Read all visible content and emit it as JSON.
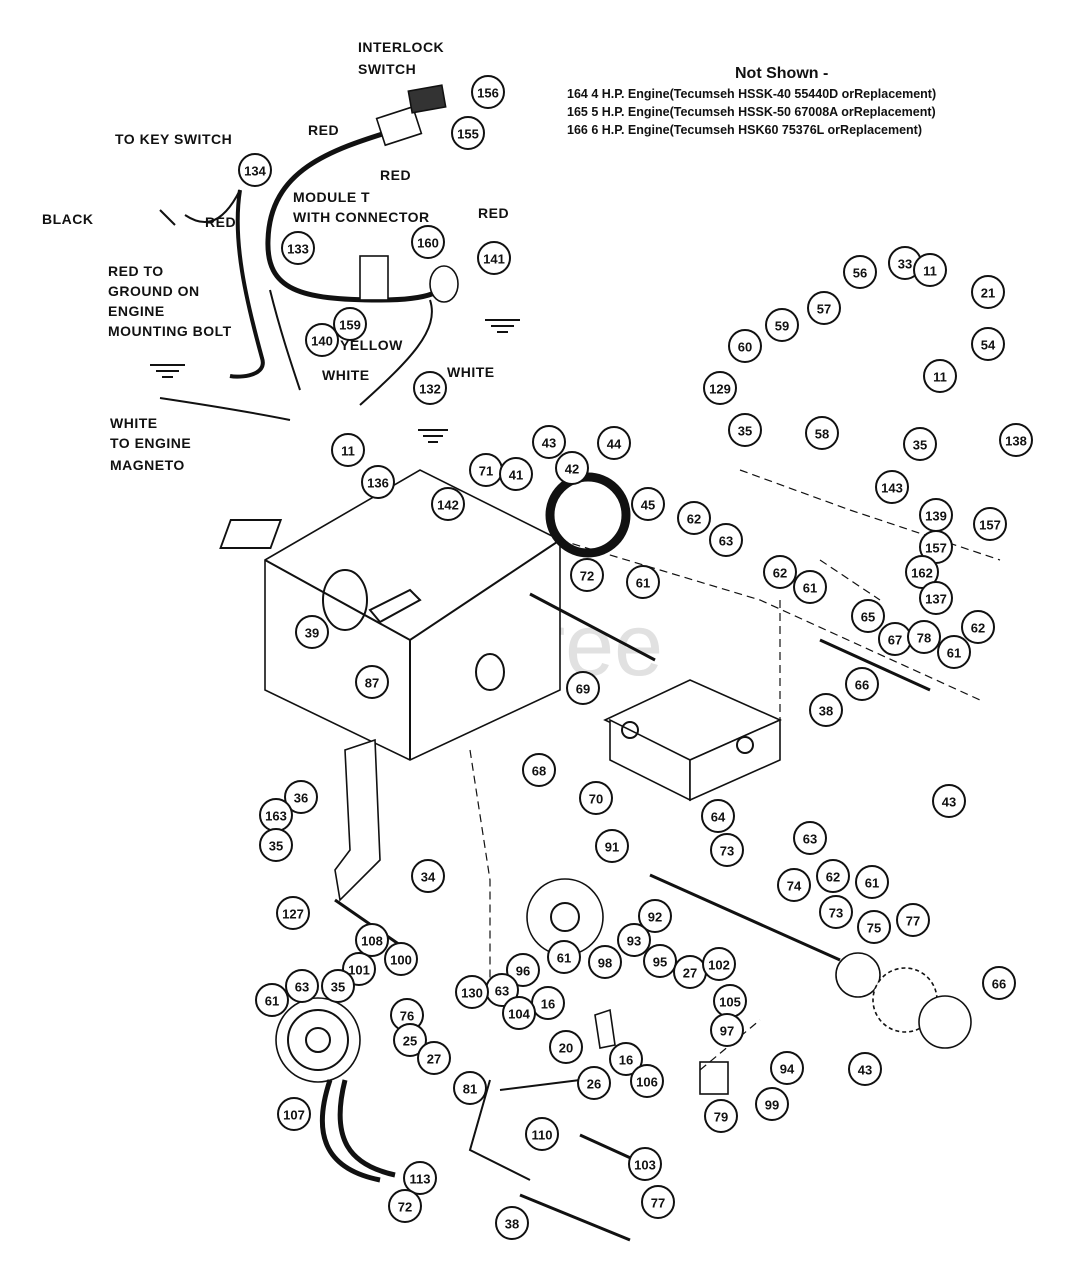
{
  "watermark": "PartsTree",
  "not_shown": {
    "heading": "Not Shown -",
    "lines": [
      "164  4 H.P. Engine(Tecumseh HSSK-40 55440D orReplacement)",
      "165  5 H.P. Engine(Tecumseh HSSK-50 67008A orReplacement)",
      "166  6 H.P. Engine(Tecumseh HSK60 75376L orReplacement)"
    ]
  },
  "wiring_labels": {
    "interlock": "INTERLOCK",
    "switch": "SWITCH",
    "red_1": "RED",
    "red_2": "RED",
    "to_key_switch": "TO KEY SWITCH",
    "black": "BLACK",
    "red_3": "RED",
    "module_t": "MODULE  T",
    "with_connector": "WITH CONNECTOR",
    "red_4": "RED",
    "red_to": "RED TO",
    "ground_on": "GROUND ON",
    "engine": "ENGINE",
    "mounting_bolt": "MOUNTING BOLT",
    "yellow": "YELLOW",
    "white_1": "WHITE",
    "white_2": "WHITE",
    "white_to": "WHITE",
    "to_engine": "TO ENGINE",
    "magneto": "MAGNETO"
  },
  "callouts": [
    "156",
    "155",
    "134",
    "133",
    "160",
    "141",
    "159",
    "140",
    "132",
    "33",
    "56",
    "11",
    "21",
    "57",
    "54",
    "59",
    "60",
    "11",
    "129",
    "35",
    "58",
    "35",
    "11",
    "136",
    "71",
    "41",
    "43",
    "44",
    "42",
    "142",
    "45",
    "62",
    "63",
    "61",
    "138",
    "143",
    "139",
    "157",
    "157",
    "162",
    "62",
    "61",
    "137",
    "72",
    "65",
    "39",
    "67",
    "78",
    "62",
    "61",
    "87",
    "66",
    "69",
    "38",
    "68",
    "70",
    "64",
    "63",
    "62",
    "43",
    "61",
    "36",
    "163",
    "35",
    "34",
    "127",
    "91",
    "73",
    "74",
    "73",
    "92",
    "108",
    "93",
    "75",
    "77",
    "61",
    "96",
    "98",
    "95",
    "27",
    "100",
    "101",
    "63",
    "130",
    "76",
    "102",
    "61",
    "63",
    "35",
    "16",
    "105",
    "104",
    "25",
    "27",
    "20",
    "97",
    "16",
    "94",
    "26",
    "106",
    "81",
    "99",
    "79",
    "43",
    "107",
    "110",
    "113",
    "103",
    "72",
    "38",
    "77",
    "66"
  ]
}
